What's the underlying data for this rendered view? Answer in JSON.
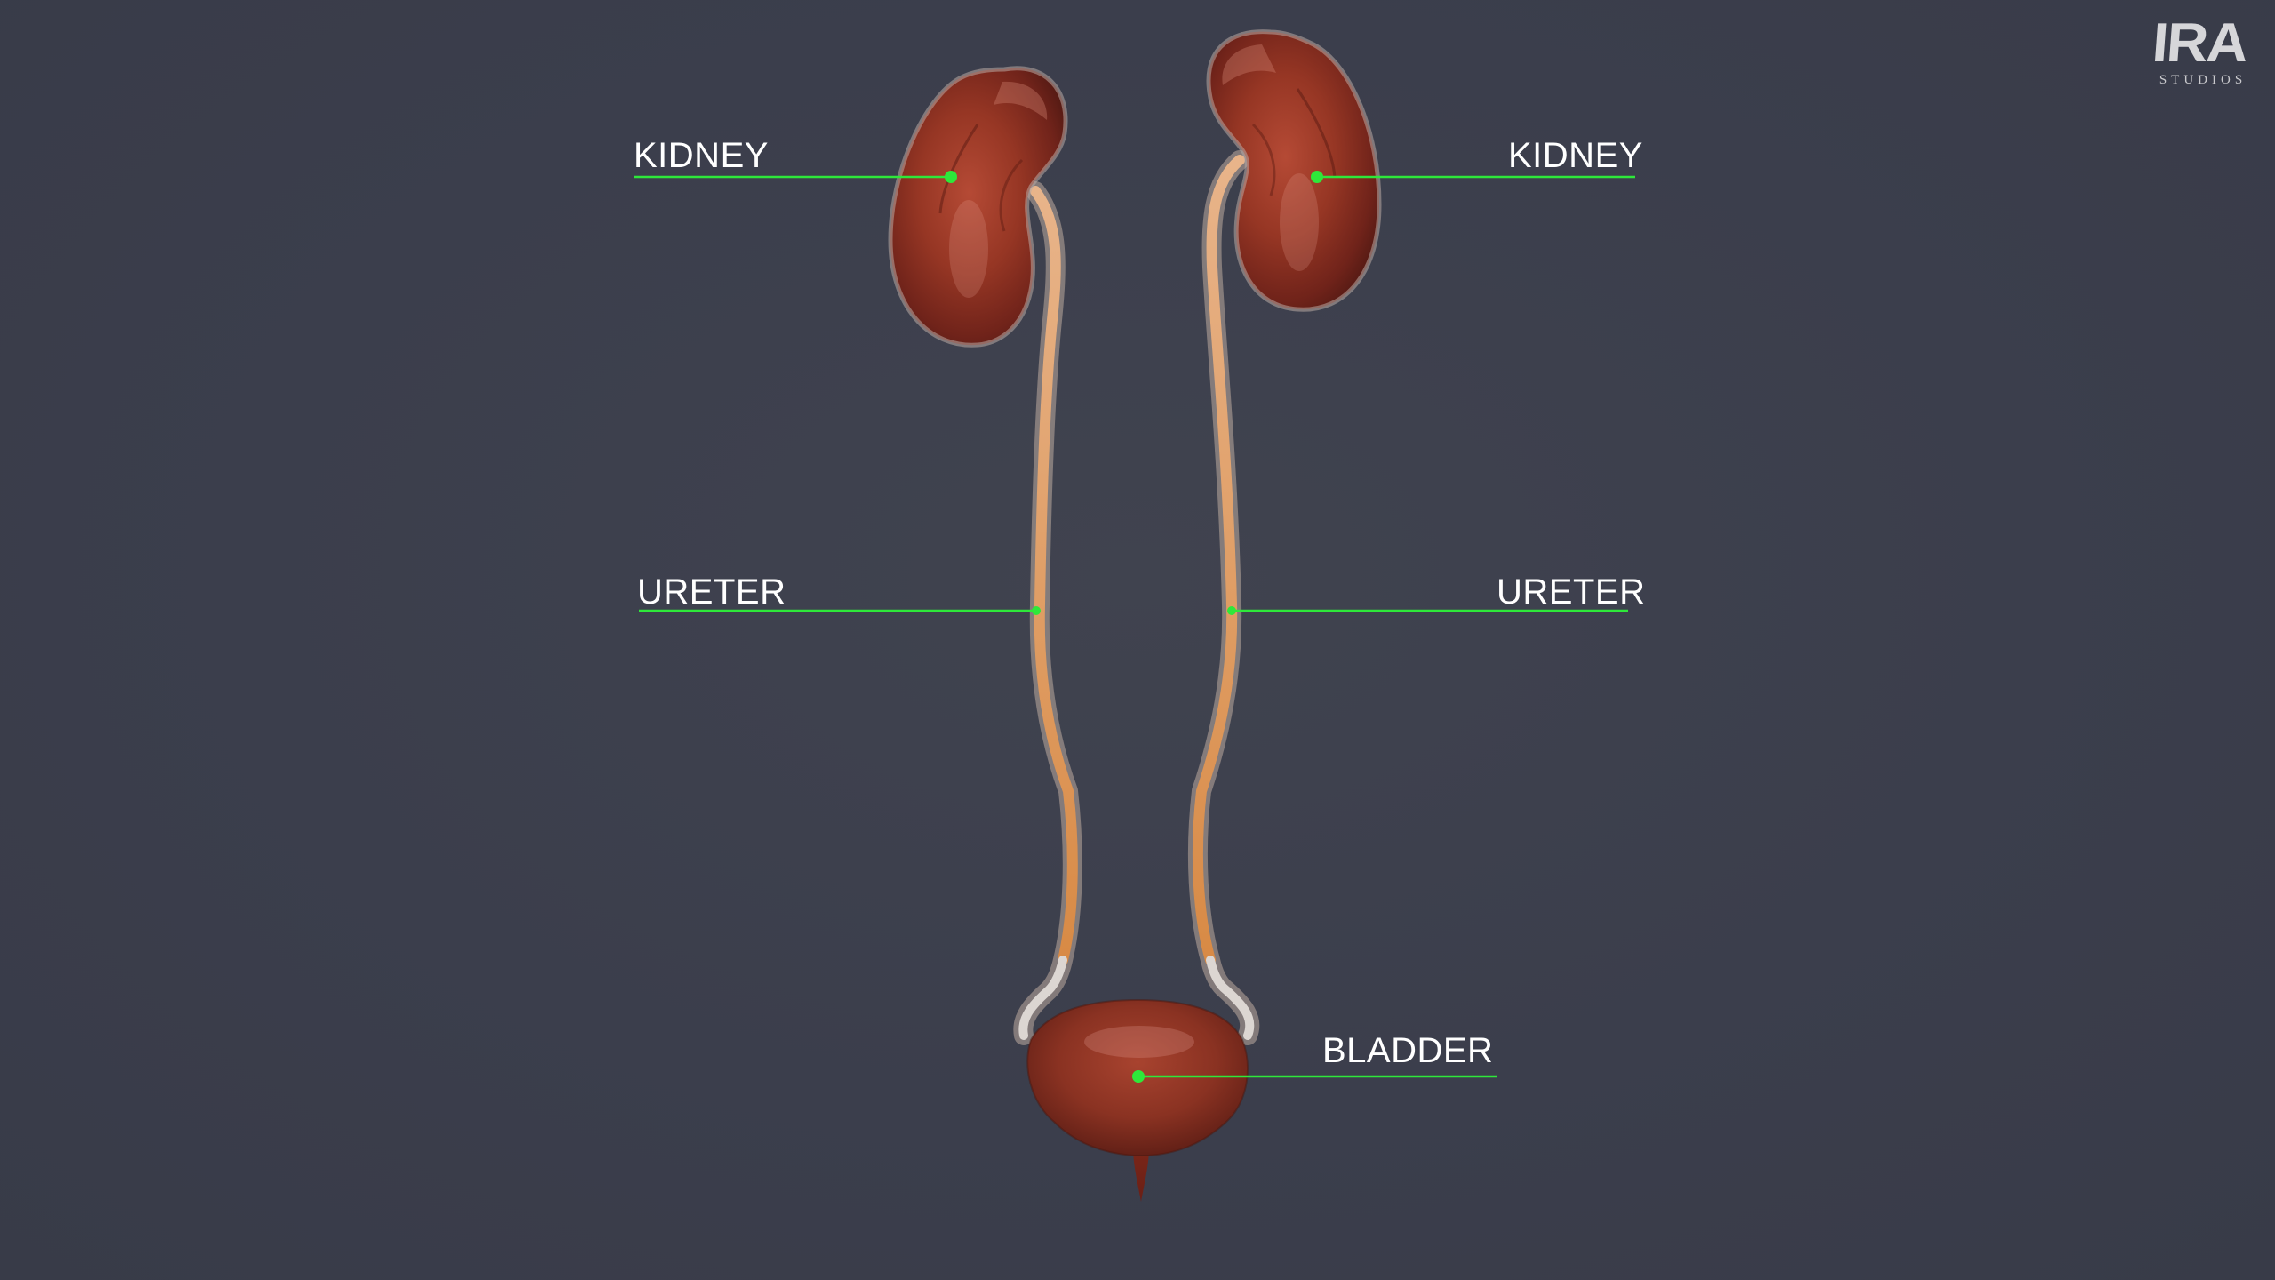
{
  "labels": {
    "kidney_left": "KIDNEY",
    "kidney_right": "KIDNEY",
    "ureter_left": "URETER",
    "ureter_right": "URETER",
    "bladder": "BLADDER"
  },
  "logo": {
    "main": "IRA",
    "sub": "STUDIOS"
  },
  "colors": {
    "background": "#3b3e4c",
    "leader_line": "#2ee83a",
    "label_text": "#ffffff",
    "organ": "#8e2f20",
    "ureter": "#d98f4a"
  }
}
